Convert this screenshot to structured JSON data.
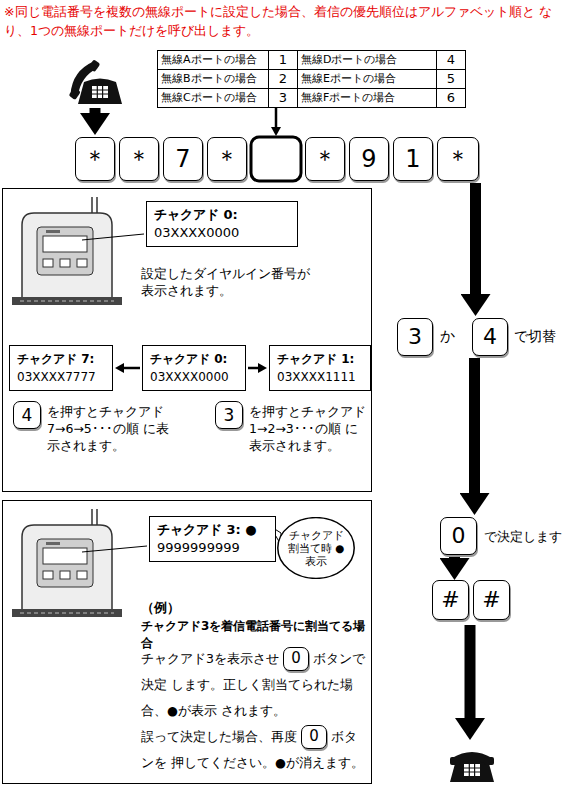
{
  "diagram": {
    "nodes": [
      {
        "text": [
          "＊"
        ]
      },
      {
        "text": [
          "＊"
        ]
      },
      {
        "text": [
          "7"
        ]
      },
      {
        "text": [
          "＊"
        ]
      },
      {
        "text": [
          "＊"
        ]
      },
      {
        "text": [
          "9"
        ]
      },
      {
        "text": [
          "1"
        ]
      },
      {
        "text": [
          "＊"
        ]
      },
      {
        "text": [
          "設定したダイヤルイン番号が 表示されます。",
          "を押すとチャクアド 7→6→5･･･の順 に表示されます。",
          "を押すとチャクアド 1→2→3･･･の順 に表示されます。"
        ]
      },
      {
        "text": [
          "チャクアド 0:",
          "03XXXX0000"
        ],
        "in": 8
      },
      {
        "text": [
          "チャクアド 7:",
          "03XXXX7777"
        ],
        "in": 8
      },
      {
        "text": [
          "チャクアド 0:",
          "03XXXX0000"
        ],
        "in": 8
      },
      {
        "text": [
          "チャクアド 1:",
          "03XXXX1111"
        ],
        "in": 8
      },
      {
        "text": [
          "4"
        ],
        "in": 8
      },
      {
        "text": [
          "3"
        ],
        "in": 8
      },
      {
        "text": [
          "3"
        ]
      },
      {
        "text": [
          "4"
        ]
      },
      {
        "text": [
          "（例）",
          "チャクアド3を着信電話番号に割当てる場合",
          "チャクアド3を表示させ",
          "ボタンで決定 します。正しく割当てられた場合、●が表示 されます。",
          "誤って決定した場合、再度",
          "ボタンを 押してください。●が消えます。"
        ]
      },
      {
        "text": [
          "チャクアド 3: ●",
          "9999999999"
        ],
        "in": 17
      },
      {
        "text": [
          "チャクアド 割当て時 ●表示"
        ],
        "in": 17
      },
      {
        "text": [
          "0"
        ],
        "in": 17
      },
      {
        "text": [
          "0"
        ],
        "in": 17
      },
      {
        "text": [
          "0"
        ]
      },
      {
        "text": [
          "#"
        ]
      },
      {
        "text": [
          "#"
        ]
      }
    ],
    "edges": [
      {
        "from": 11,
        "to": 10,
        "arrow": "to"
      },
      {
        "from": 11,
        "to": 12,
        "arrow": "to"
      },
      {
        "from": 7,
        "to": 16,
        "arrow": "to"
      },
      {
        "from": 16,
        "to": 22,
        "arrow": "to"
      },
      {
        "from": 22,
        "to": 23,
        "arrow": "to"
      }
    ],
    "labels": [
      "※同じ電話番号を複数の無線ポートに設定した場合、着信の優先順位はアルファベット順と なり、1つの無線ポートだけを呼び出します。",
      "無線Aポートの場合",
      "1",
      "無線Dポートの場合",
      "4",
      "無線Bポートの場合",
      "2",
      "無線Eポートの場合",
      "5",
      "無線Cポートの場合",
      "3",
      "無線Fポートの場合",
      "6",
      "か",
      "で切替",
      "で決定します"
    ]
  }
}
